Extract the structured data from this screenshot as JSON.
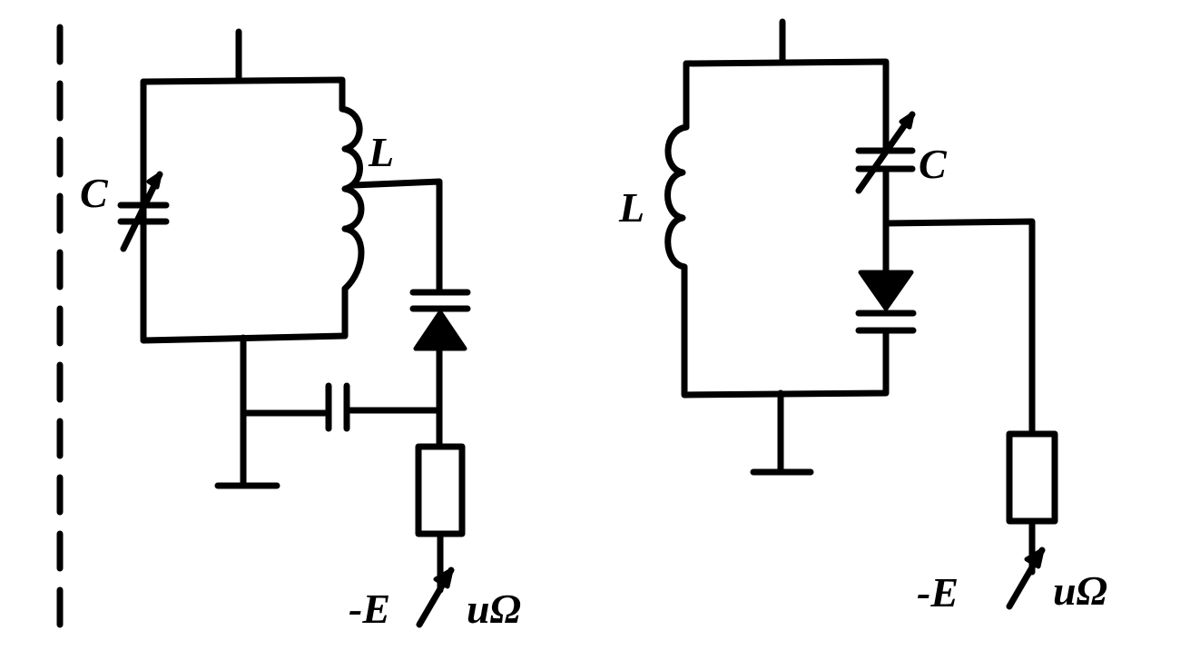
{
  "left_circuit": {
    "capacitor_label": "C",
    "inductor_label": "L",
    "supply_label": "-E",
    "signal_label": "uΩ"
  },
  "right_circuit": {
    "inductor_label": "L",
    "capacitor_label": "C",
    "supply_label": "-E",
    "signal_label": "uΩ"
  }
}
